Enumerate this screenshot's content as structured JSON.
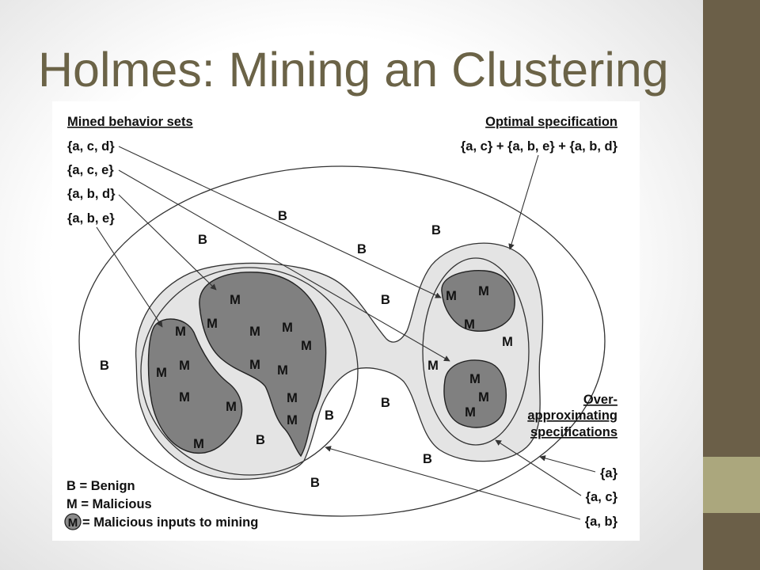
{
  "slide": {
    "title": "Holmes: Mining an Clustering"
  },
  "colors": {
    "title": "#6b6347",
    "sidebar": "#6b5f48",
    "sidebar_accent": "#aba77d",
    "region_fill": "#e4e4e4",
    "cluster_fill": "#808080"
  },
  "diagram": {
    "mined_header": "Mined behavior sets",
    "mined_sets": [
      "{a, c, d}",
      "{a, c, e}",
      "{a, b, d}",
      "{a, b, e}"
    ],
    "optimal_header": "Optimal specification",
    "optimal_value": "{a, c} + {a, b, e} + {a, b, d}",
    "overapprox_header": [
      "Over-",
      "approximating",
      "specifications"
    ],
    "overapprox_sets": [
      "{a}",
      "{a, c}",
      "{a, b}"
    ],
    "benign_marker": "B",
    "malicious_marker": "M",
    "legend": {
      "benign": "B = Benign",
      "malicious": "M = Malicious",
      "mining_symbol": "M",
      "mining": "= Malicious inputs to mining"
    }
  }
}
